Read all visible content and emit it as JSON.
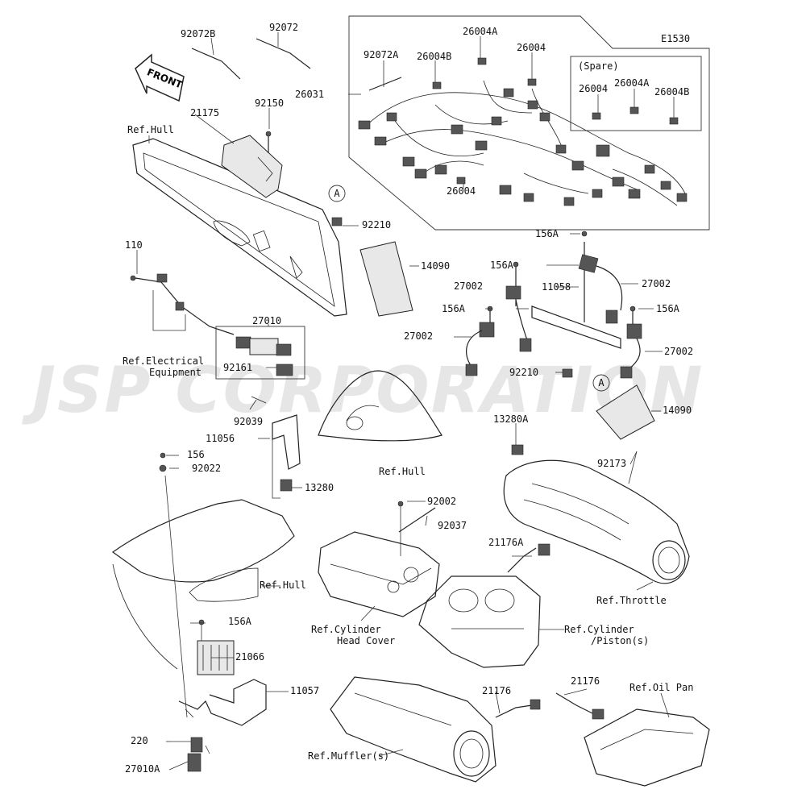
{
  "diagram_code": "E1530",
  "watermark": "JSP CORPORATION",
  "front_label": "FRONT",
  "spare_label": "(Spare)",
  "callout_letter": "A",
  "labels": {
    "p92072b": "92072B",
    "p92072": "92072",
    "p92072a": "92072A",
    "p26004a_top": "26004A",
    "p26004b_top": "26004B",
    "p26004_top": "26004",
    "p26031": "26031",
    "spare_26004": "26004",
    "spare_26004a": "26004A",
    "spare_26004b": "26004B",
    "p26004_bottom": "26004",
    "p21175": "21175",
    "p92150": "92150",
    "ref_hull_1": "Ref.Hull",
    "p92210_top": "92210",
    "p110": "110",
    "p14090_top": "14090",
    "p156a_1": "156A",
    "p156a_2": "156A",
    "p156a_3": "156A",
    "p156a_4": "156A",
    "p27002_1": "27002",
    "p27002_2": "27002",
    "p27002_3": "27002",
    "p27002_4": "27002",
    "p11058": "11058",
    "p27010": "27010",
    "ref_elec_1": "Ref.Electrical",
    "ref_elec_2": "Equipment",
    "p92161": "92161",
    "p92210_bottom": "92210",
    "p92039": "92039",
    "p11056": "11056",
    "p14090_right": "14090",
    "p13280a": "13280A",
    "p156": "156",
    "p92022": "92022",
    "ref_hull_2": "Ref.Hull",
    "p92173": "92173",
    "p13280": "13280",
    "p92002": "92002",
    "p92037": "92037",
    "p21176a": "21176A",
    "ref_hull_3": "Ref.Hull",
    "ref_throttle": "Ref.Throttle",
    "p156a_5": "156A",
    "ref_cyl_head_1": "Ref.Cylinder",
    "ref_cyl_head_2": "Head Cover",
    "ref_cyl_piston_1": "Ref.Cylinder",
    "ref_cyl_piston_2": "/Piston(s)",
    "p21066": "21066",
    "p11057": "11057",
    "p21176_mid": "21176",
    "p21176_right": "21176",
    "ref_oil_pan": "Ref.Oil Pan",
    "p220": "220",
    "ref_muffler": "Ref.Muffler(s)",
    "p27010a": "27010A"
  }
}
